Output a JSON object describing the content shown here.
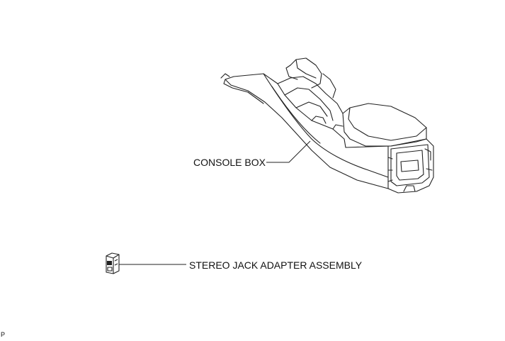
{
  "labels": {
    "console_box": "CONSOLE BOX",
    "stereo_jack": "STEREO JACK ADAPTER ASSEMBLY",
    "corner": "P"
  },
  "colors": {
    "line": "#222222",
    "fill": "#ffffff"
  },
  "icons": [
    "console-box-drawing",
    "stereo-jack-drawing"
  ]
}
